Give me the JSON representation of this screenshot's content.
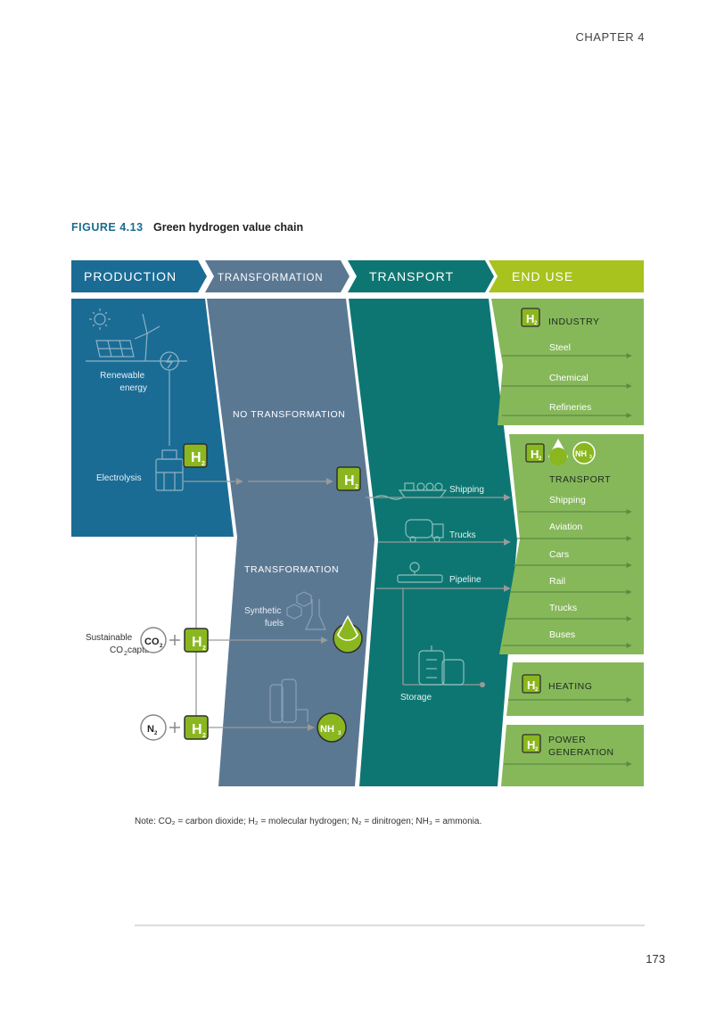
{
  "header": {
    "chapter": "CHAPTER 4"
  },
  "figure": {
    "number": "FIGURE 4.13",
    "title": "Green hydrogen value chain"
  },
  "stages": [
    "PRODUCTION",
    "TRANSFORMATION",
    "TRANSPORT",
    "END USE"
  ],
  "production": {
    "renewable_line1": "Renewable",
    "renewable_line2": "energy",
    "electrolysis": "Electrolysis",
    "co2_line1": "Sustainable",
    "co2_line2": "CO",
    "co2_sub": "2",
    "co2_line2_rest": " capture"
  },
  "transformation": {
    "none": "NO TRANSFORMATION",
    "label": "TRANSFORMATION",
    "synthetic_line1": "Synthetic",
    "synthetic_line2": "fuels"
  },
  "transport": {
    "shipping": "Shipping",
    "trucks": "Trucks",
    "pipeline": "Pipeline",
    "storage": "Storage"
  },
  "end_use": {
    "industry": {
      "title": "INDUSTRY",
      "items": [
        "Steel",
        "Chemical",
        "Refineries"
      ]
    },
    "transport": {
      "title": "TRANSPORT",
      "items": [
        "Shipping",
        "Aviation",
        "Cars",
        "Rail",
        "Trucks",
        "Buses"
      ]
    },
    "heating": {
      "title": "HEATING"
    },
    "power": {
      "title_line1": "POWER",
      "title_line2": "GENERATION"
    }
  },
  "badges": {
    "h2": "H",
    "h2_sub": "2",
    "nh3": "NH",
    "nh3_sub": "3",
    "co2": "CO",
    "co2_sub": "2",
    "n2": "N",
    "n2_sub": "2"
  },
  "note": "Note: CO₂ = carbon dioxide; H₂ = molecular hydrogen; N₂ = dinitrogen; NH₃ = ammonia.",
  "page_number": "173",
  "colors": {
    "production": "#1a6c95",
    "transformation": "#5b7893",
    "transport": "#0e7672",
    "end_use": "#86b85a",
    "end_use_header": "#a8c21e",
    "badge_green": "#8ab71f",
    "flow_line": "#8a8a8a"
  }
}
